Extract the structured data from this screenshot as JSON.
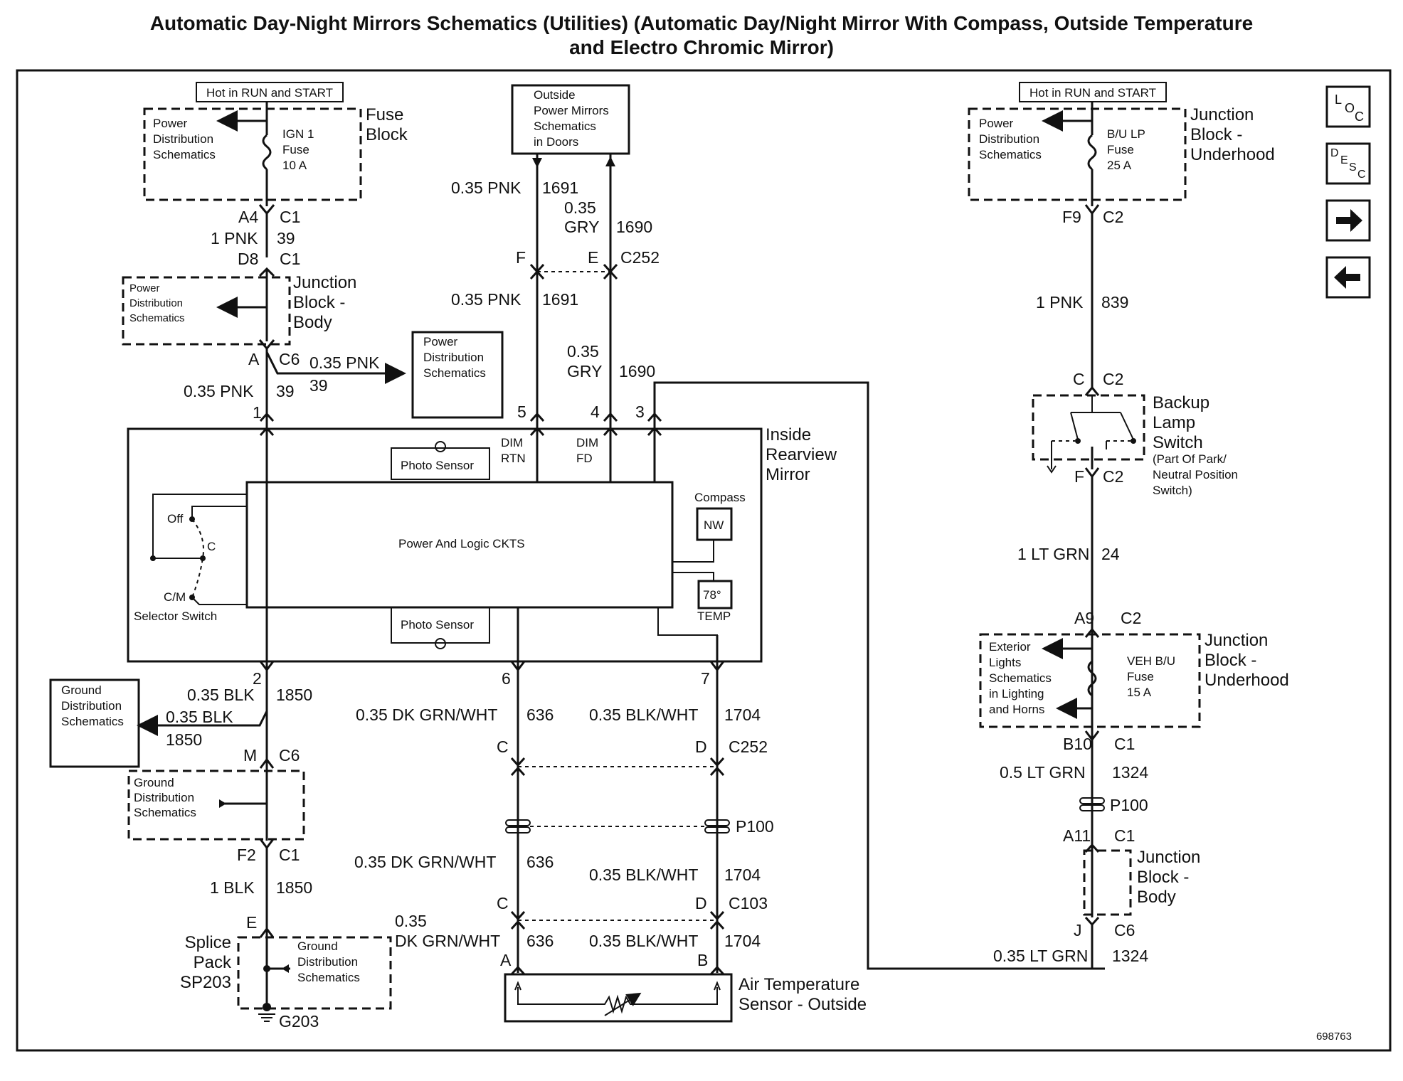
{
  "title": {
    "line1": "Automatic Day-Night Mirrors Schematics (Utilities) (Automatic Day/Night Mirror With Compass, Outside Temperature",
    "line2": "and Electro Chromic Mirror)"
  },
  "nav": {
    "loc": "LOC",
    "desc": "DESC"
  },
  "left": {
    "hot_label": "Hot in RUN and START",
    "pds1": [
      "Power",
      "Distribution",
      "Schematics"
    ],
    "fuse": [
      "IGN 1",
      "Fuse",
      "10 A"
    ],
    "fuse_block": [
      "Fuse",
      "Block"
    ],
    "c1_top": [
      "A4",
      "C1"
    ],
    "wire39_top": [
      "1 PNK",
      "39"
    ],
    "c1_d8": [
      "D8",
      "C1"
    ],
    "pds2": [
      "Power",
      "Distribution",
      "Schematics"
    ],
    "jb_body": [
      "Junction",
      "Block -",
      "Body"
    ],
    "c6": [
      "A",
      "C6"
    ],
    "branch_wire": [
      "0.35 PNK",
      "39"
    ],
    "pds3": [
      "Power",
      "Distribution",
      "Schematics"
    ],
    "wire39_bot": [
      "0.35 PNK",
      "39"
    ],
    "pin1": "1"
  },
  "center_top": {
    "box": [
      "Outside",
      "Power Mirrors",
      "Schematics",
      "in Doors"
    ],
    "w1691_top": [
      "0.35 PNK",
      "1691"
    ],
    "w1690_top": [
      "0.35",
      "GRY",
      "1690"
    ],
    "conn": [
      "F",
      "E",
      "C252"
    ],
    "w1691_bot": [
      "0.35 PNK",
      "1691"
    ],
    "w1690_bot": [
      "0.35",
      "GRY",
      "1690"
    ],
    "pins": [
      "5",
      "4",
      "3"
    ]
  },
  "mirror": {
    "label": [
      "Inside",
      "Rearview",
      "Mirror"
    ],
    "photo_top": "Photo Sensor",
    "photo_bot": "Photo Sensor",
    "dim_rtn": [
      "DIM",
      "RTN"
    ],
    "dim_fd": [
      "DIM",
      "FD"
    ],
    "logic": "Power And Logic CKTS",
    "compass": "Compass",
    "nw": "NW",
    "temp_value": "78°",
    "temp": "TEMP",
    "off": "Off",
    "c": "C",
    "cm": "C/M",
    "selector": "Selector Switch",
    "pins_bottom": [
      "2",
      "6",
      "7"
    ]
  },
  "ground": {
    "gds1": [
      "Ground",
      "Distribution",
      "Schematics"
    ],
    "w1850_a": [
      "0.35 BLK",
      "1850"
    ],
    "w1850_b": [
      "0.35 BLK",
      "1850"
    ],
    "c6": [
      "M",
      "C6"
    ],
    "gds2": [
      "Ground",
      "Distribution",
      "Schematics"
    ],
    "c1": [
      "F2",
      "C1"
    ],
    "w1850_c": [
      "1 BLK",
      "1850"
    ],
    "e": "E",
    "splice": [
      "Splice",
      "Pack",
      "SP203"
    ],
    "gds3": [
      "Ground",
      "Distribution",
      "Schematics"
    ],
    "g203": "G203"
  },
  "sensor": {
    "w636_a": [
      "0.35 DK GRN/WHT",
      "636"
    ],
    "w1704_a": [
      "0.35 BLK/WHT",
      "1704"
    ],
    "c252": [
      "C",
      "D",
      "C252"
    ],
    "p100": "P100",
    "w636_b": [
      "0.35 DK GRN/WHT",
      "636"
    ],
    "w1704_b": [
      "0.35 BLK/WHT",
      "1704"
    ],
    "c103": [
      "C",
      "D",
      "C103"
    ],
    "w636_c": [
      "0.35",
      "DK GRN/WHT",
      "636"
    ],
    "w1704_c": [
      "0.35 BLK/WHT",
      "1704"
    ],
    "pins": [
      "A",
      "B"
    ],
    "label": [
      "Air Temperature",
      "Sensor - Outside"
    ]
  },
  "right": {
    "hot_label": "Hot in RUN and START",
    "pds": [
      "Power",
      "Distribution",
      "Schematics"
    ],
    "fuse": [
      "B/U LP",
      "Fuse",
      "25 A"
    ],
    "jb_under1": [
      "Junction",
      "Block -",
      "Underhood"
    ],
    "c2_f9": [
      "F9",
      "C2"
    ],
    "w839": [
      "1 PNK",
      "839"
    ],
    "c2_c": [
      "C",
      "C2"
    ],
    "backup": [
      "Backup",
      "Lamp",
      "Switch"
    ],
    "backup_note": [
      "(Part Of Park/",
      "Neutral Position",
      "Switch)"
    ],
    "c2_f": [
      "F",
      "C2"
    ],
    "w24": [
      "1 LT GRN",
      "24"
    ],
    "c2_a9": [
      "A9",
      "C2"
    ],
    "ext": [
      "Exterior",
      "Lights",
      "Schematics",
      "in Lighting",
      "and Horns"
    ],
    "veh_fuse": [
      "VEH B/U",
      "Fuse",
      "15 A"
    ],
    "jb_under2": [
      "Junction",
      "Block -",
      "Underhood"
    ],
    "c1_b10": [
      "B10",
      "C1"
    ],
    "w1324_a": [
      "0.5 LT GRN",
      "1324"
    ],
    "p100": "P100",
    "c1_a11": [
      "A11",
      "C1"
    ],
    "jb_body": [
      "Junction",
      "Block -",
      "Body"
    ],
    "c6_j": [
      "J",
      "C6"
    ],
    "w1324_b": [
      "0.35 LT GRN",
      "1324"
    ]
  },
  "doc_number": "698763"
}
